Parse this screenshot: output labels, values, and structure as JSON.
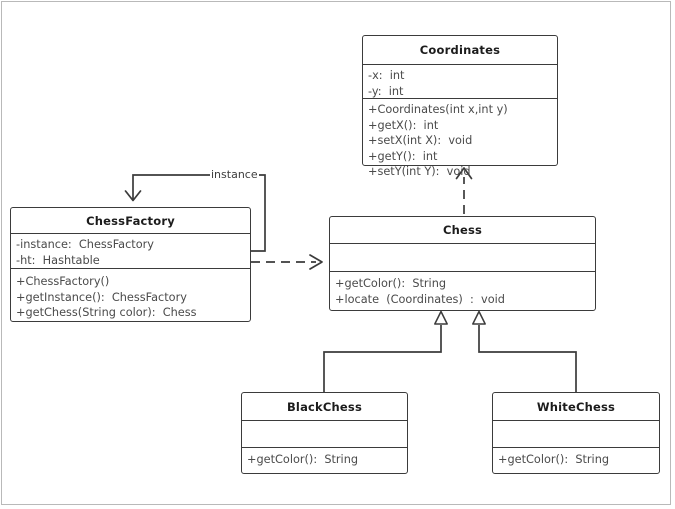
{
  "diagram": {
    "type": "uml-class-diagram",
    "background_color": "#ffffff",
    "line_color": "#3b3b3b",
    "text_color": "#4a4a4a",
    "title_color": "#1c1c1c"
  },
  "classes": {
    "coordinates": {
      "name": "Coordinates",
      "attributes": [
        "-x:  int",
        "-y:  int"
      ],
      "operations": [
        "+Coordinates(int x,int y)",
        "+getX():  int",
        "+setX(int X):  void",
        "+getY():  int",
        "+setY(int Y):  void"
      ]
    },
    "chessfactory": {
      "name": "ChessFactory",
      "attributes": [
        "-instance:  ChessFactory",
        "-ht:  Hashtable"
      ],
      "operations": [
        "+ChessFactory()",
        "+getInstance():  ChessFactory",
        "+getChess(String color):  Chess"
      ]
    },
    "chess": {
      "name": "Chess",
      "attributes": [],
      "operations": [
        "+getColor():  String",
        "+locate  (Coordinates)  :  void"
      ]
    },
    "blackchess": {
      "name": "BlackChess",
      "attributes": [],
      "operations": [
        "+getColor():  String"
      ]
    },
    "whitechess": {
      "name": "WhiteChess",
      "attributes": [],
      "operations": [
        "+getColor():  String"
      ]
    }
  },
  "relationships": {
    "self_association": {
      "label": "instance",
      "from": "ChessFactory",
      "to": "ChessFactory",
      "arrow": "open-arrow"
    },
    "factory_to_chess": {
      "from": "ChessFactory",
      "to": "Chess",
      "style": "dashed",
      "arrow": "open-arrow"
    },
    "chess_to_coordinates": {
      "from": "Chess",
      "to": "Coordinates",
      "style": "dashed",
      "arrow": "open-arrow"
    },
    "blackchess_to_chess": {
      "from": "BlackChess",
      "to": "Chess",
      "style": "solid",
      "arrow": "hollow-triangle"
    },
    "whitechess_to_chess": {
      "from": "WhiteChess",
      "to": "Chess",
      "style": "solid",
      "arrow": "hollow-triangle"
    }
  }
}
